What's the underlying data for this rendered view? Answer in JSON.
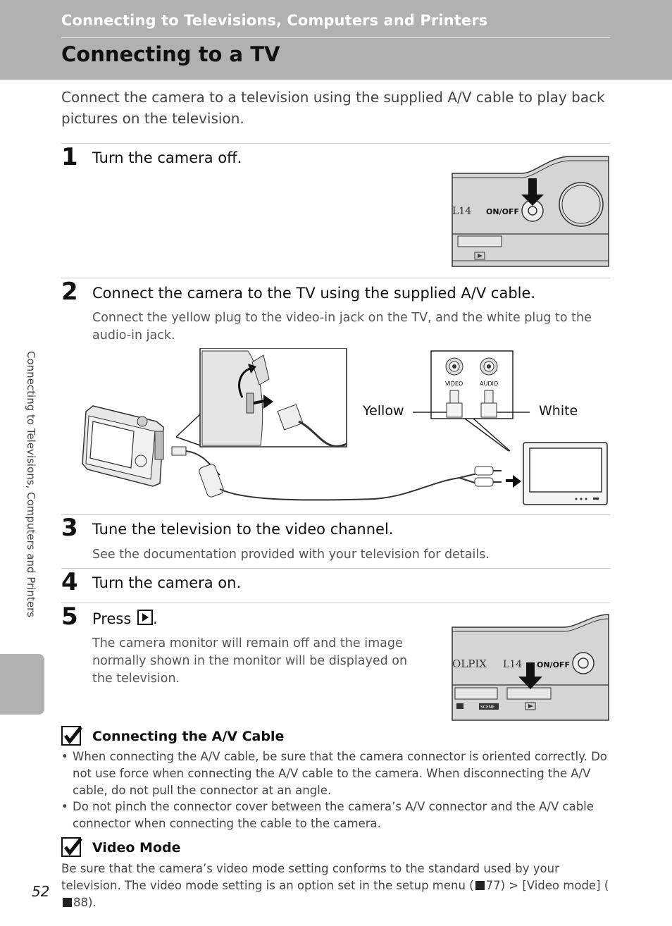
{
  "header": {
    "chapter": "Connecting to Televisions, Computers and Printers",
    "title": "Connecting to a TV"
  },
  "intro": "Connect the camera to a television using the supplied A/V cable to play back pictures on the television.",
  "steps": [
    {
      "number": "1",
      "text": "Turn the camera off."
    },
    {
      "number": "2",
      "text": "Connect the camera to the TV using the supplied A/V cable.",
      "detail": "Connect the yellow plug to the video-in jack on the TV, and the white plug to the audio-in jack."
    },
    {
      "number": "3",
      "text": "Tune the television to the video channel.",
      "detail": "See the documentation provided with your television for details."
    },
    {
      "number": "4",
      "text": "Turn the camera on."
    },
    {
      "number": "5",
      "text": "Press",
      "text_end": ".",
      "detail": "The camera monitor will remain off and the image normally shown in the monitor will be displayed on the television."
    }
  ],
  "figure1": {
    "model": "L14",
    "button": "ON/OFF"
  },
  "figure2": {
    "video_jack": "VIDEO",
    "audio_jack": "AUDIO",
    "yellow": "Yellow",
    "white": "White"
  },
  "figure3": {
    "brand": "OLPIX",
    "model": "L14",
    "button": "ON/OFF",
    "mode_label": "SCENE"
  },
  "notes": [
    {
      "title": "Connecting the A/V Cable",
      "bullets": [
        "When connecting the A/V cable, be sure that the camera connector is oriented correctly. Do not use force when connecting the A/V cable to the camera. When disconnecting the A/V cable, do not pull the connector at an angle.",
        "Do not pinch the connector cover between the camera’s A/V connector and the A/V cable connector when connecting the cable to the camera."
      ]
    },
    {
      "title": "Video Mode",
      "text_a": "Be sure that the camera’s video mode setting conforms to the standard used by your television. The video mode setting is an option set in the setup menu (",
      "ref1": "77",
      "text_b": ") > [Video mode] (",
      "ref2": "88",
      "text_c": ")."
    }
  ],
  "side_label": "Connecting to Televisions, Computers and Printers",
  "page_number": "52",
  "icons": {
    "note": "check-note-icon",
    "play": "play-button-icon",
    "reference": "reference-icon"
  }
}
